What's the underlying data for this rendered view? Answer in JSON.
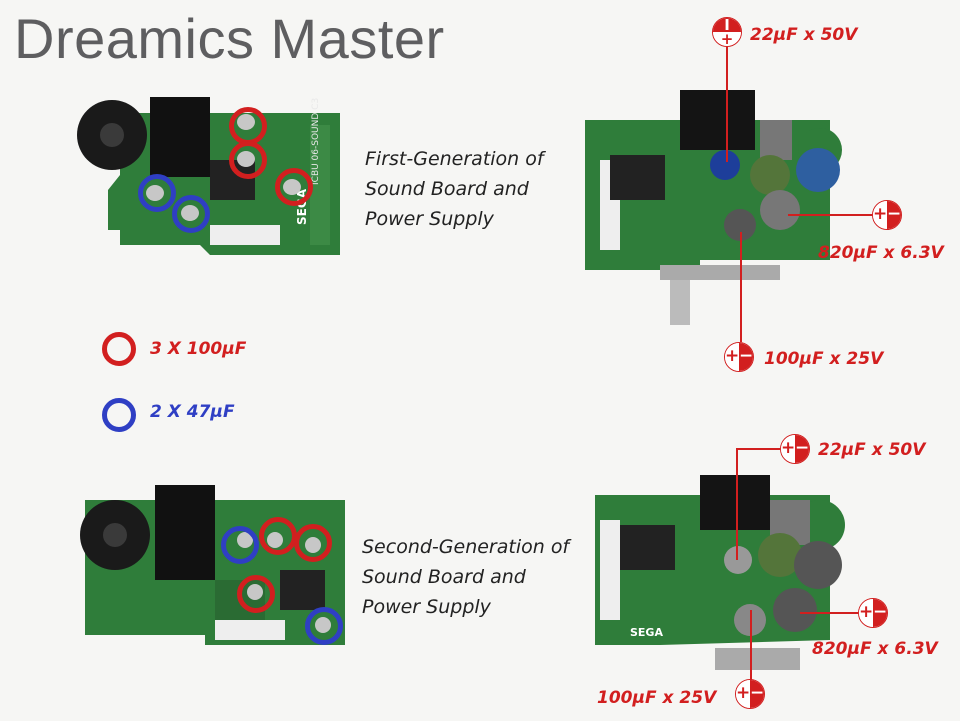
{
  "title": "Dreamics Master",
  "captions": {
    "first": [
      "First-Generation of",
      "Sound Board and",
      "Power Supply"
    ],
    "second": [
      "Second-Generation of",
      "Sound Board and",
      "Power Supply"
    ]
  },
  "legend": {
    "red": {
      "text": "3 X 100µF",
      "color": "#d21f1f"
    },
    "blue": {
      "text": "2 X 47µF",
      "color": "#2f3fc4"
    }
  },
  "gen1_labels": {
    "top": "22µF x 50V",
    "right": "820µF x 6.3V",
    "bottom": "100µF x 25V"
  },
  "gen2_labels": {
    "top": "22µF x 50V",
    "right": "820µF x 6.3V",
    "bottom": "100µF x 25V"
  },
  "polarity": {
    "plus": "+",
    "minus": "−",
    "short_minus": "I"
  },
  "colors": {
    "accent_red": "#d21f1f",
    "accent_blue": "#2f3fc4",
    "pcb_green": "#2f7d3a"
  }
}
